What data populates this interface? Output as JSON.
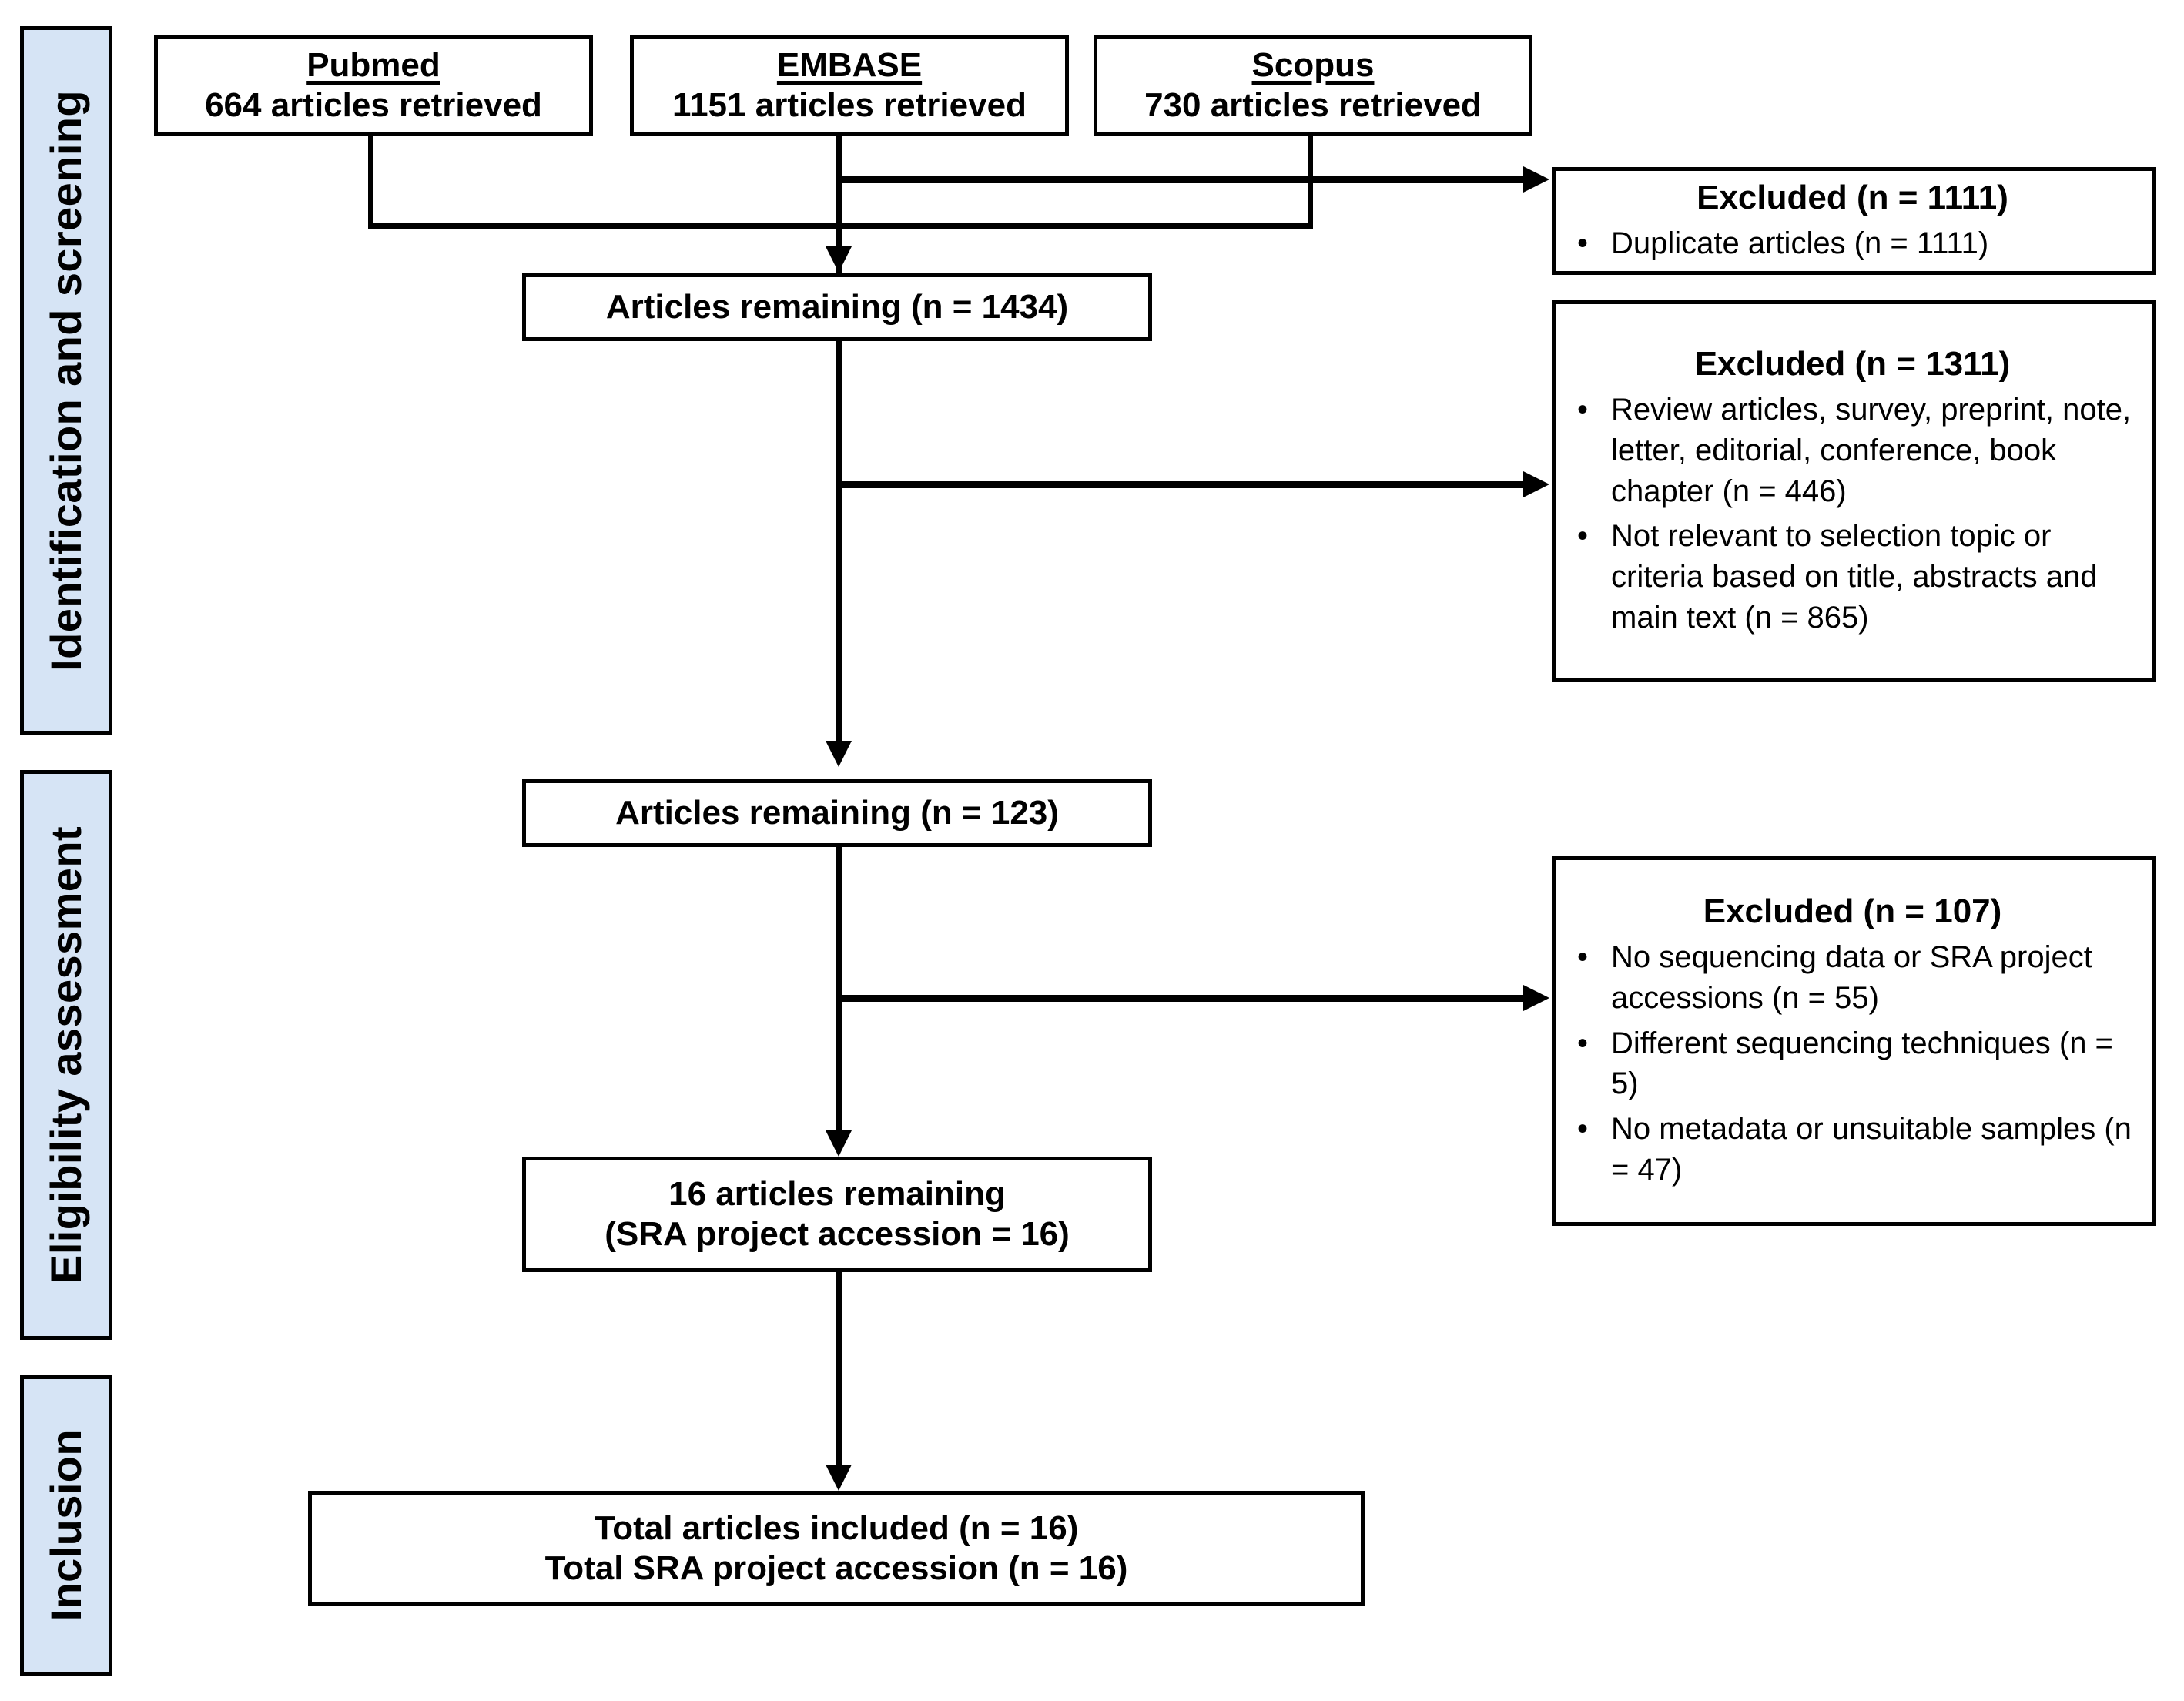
{
  "diagram": {
    "title": "PRISMA article selection flow diagram",
    "colors": {
      "stage_bar_fill": "#d6e4f5",
      "border": "#000000",
      "background": "#ffffff"
    }
  },
  "stages": [
    {
      "id": "identification-and-screening",
      "label": "Identification and screening"
    },
    {
      "id": "eligibility-assessment",
      "label": "Eligibility assessment"
    },
    {
      "id": "inclusion",
      "label": "Inclusion"
    }
  ],
  "sources": [
    {
      "id": "pubmed",
      "name": "Pubmed",
      "count_line": "664 articles retrieved"
    },
    {
      "id": "embase",
      "name": "EMBASE",
      "count_line": "1151 articles retrieved"
    },
    {
      "id": "scopus",
      "name": "Scopus",
      "count_line": "730 articles retrieved"
    }
  ],
  "flow": {
    "remaining_after_duplicates": "Articles remaining (n = 1434)",
    "remaining_after_screening": "Articles remaining (n = 123)",
    "remaining_after_eligibility_line1": "16 articles remaining",
    "remaining_after_eligibility_line2": "(SRA project accession = 16)",
    "included_line1": "Total articles included (n = 16)",
    "included_line2": "Total SRA project accession (n = 16)"
  },
  "excluded": [
    {
      "id": "excluded-duplicates",
      "title": "Excluded (n = 1111)",
      "bullet_glyph": "•",
      "items": [
        "Duplicate articles (n = 1111)"
      ]
    },
    {
      "id": "excluded-screening",
      "title": "Excluded (n = 1311)",
      "bullet_glyph": "•",
      "items": [
        "Review articles, survey, preprint, note, letter, editorial, conference, book chapter (n = 446)",
        "Not relevant to selection topic or criteria based on title, abstracts and main text (n = 865)"
      ]
    },
    {
      "id": "excluded-eligibility",
      "title": "Excluded (n = 107)",
      "bullet_glyph": "•",
      "items": [
        "No sequencing data or SRA project accessions (n = 55)",
        "Different sequencing techniques (n = 5)",
        "No metadata or unsuitable samples (n = 47)"
      ]
    }
  ],
  "chart_data": {
    "type": "diagram",
    "title": "PRISMA flow of article selection",
    "nodes": [
      {
        "id": "pubmed",
        "label": "Pubmed",
        "value": 664,
        "stage": "identification"
      },
      {
        "id": "embase",
        "label": "EMBASE",
        "value": 1151,
        "stage": "identification"
      },
      {
        "id": "scopus",
        "label": "Scopus",
        "value": 730,
        "stage": "identification"
      },
      {
        "id": "remaining-1434",
        "label": "Articles remaining",
        "value": 1434,
        "stage": "screening"
      },
      {
        "id": "excluded-1111",
        "label": "Excluded duplicates",
        "value": 1111,
        "stage": "screening"
      },
      {
        "id": "remaining-123",
        "label": "Articles remaining",
        "value": 123,
        "stage": "screening"
      },
      {
        "id": "excluded-1311",
        "label": "Excluded by title/abstract/type",
        "value": 1311,
        "stage": "screening"
      },
      {
        "id": "remaining-16",
        "label": "16 articles remaining (SRA project accession = 16)",
        "value": 16,
        "stage": "eligibility"
      },
      {
        "id": "excluded-107",
        "label": "Excluded at eligibility",
        "value": 107,
        "stage": "eligibility"
      },
      {
        "id": "included-16",
        "label": "Total articles included",
        "value": 16,
        "stage": "inclusion"
      }
    ],
    "breakdown": {
      "excluded-1111": [
        {
          "reason": "Duplicate articles",
          "n": 1111
        }
      ],
      "excluded-1311": [
        {
          "reason": "Review articles, survey, preprint, note, letter, editorial, conference, book chapter",
          "n": 446
        },
        {
          "reason": "Not relevant to selection topic or criteria based on title, abstracts and main text",
          "n": 865
        }
      ],
      "excluded-107": [
        {
          "reason": "No sequencing data or SRA project accessions",
          "n": 55
        },
        {
          "reason": "Different sequencing techniques",
          "n": 5
        },
        {
          "reason": "No metadata or unsuitable samples",
          "n": 47
        }
      ]
    }
  }
}
